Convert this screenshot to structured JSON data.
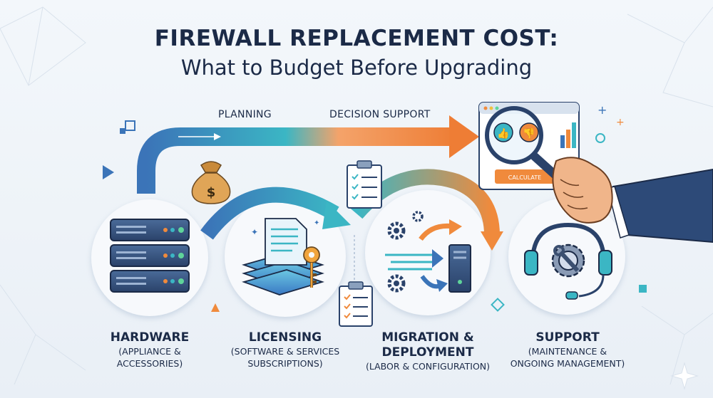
{
  "header": {
    "title": "FIREWALL REPLACEMENT COST:",
    "subtitle": "What to Budget Before Upgrading"
  },
  "flow": {
    "planning_label": "PLANNING",
    "decision_label": "DECISION SUPPORT"
  },
  "tool": {
    "calculate_label": "CALCULATE"
  },
  "categories": [
    {
      "title": "HARDWARE",
      "subtitle": [
        "(APPLIANCE &",
        "ACCESSORIES)"
      ],
      "icon": "server-rack-icon"
    },
    {
      "title": "LICENSING",
      "subtitle": [
        "(SOFTWARE & SERVICES",
        "SUBSCRIPTIONS)"
      ],
      "icon": "license-key-icon"
    },
    {
      "title": [
        "MIGRATION &",
        "DEPLOYMENT"
      ],
      "subtitle": [
        "(LABOR & CONFIGURATION)"
      ],
      "icon": "migration-gears-icon"
    },
    {
      "title": "SUPPORT",
      "subtitle": [
        "(MAINTENANCE &",
        "ONGOING MANAGEMENT)"
      ],
      "icon": "headset-wrench-icon"
    }
  ],
  "icons": {
    "money_bag": "money-bag-icon",
    "checklist": "checklist-icon",
    "magnifier": "magnifying-glass-icon",
    "hand": "hand-icon"
  },
  "colors": {
    "navy": "#1b2a47",
    "blue": "#3b74b8",
    "teal": "#3bb6c4",
    "orange": "#f08a3c",
    "circle_bg": "#f7f9fc"
  }
}
